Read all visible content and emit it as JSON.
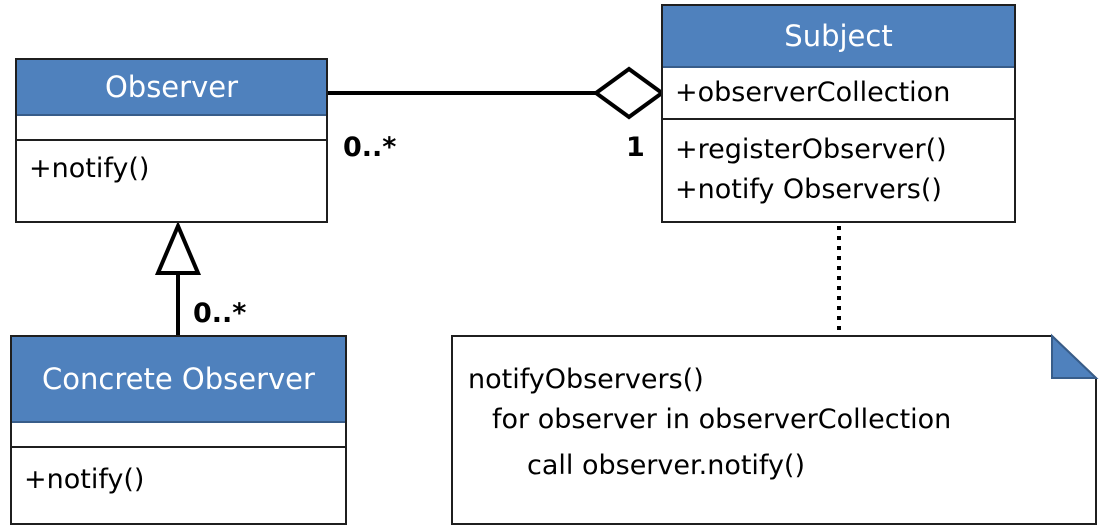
{
  "classes": {
    "observer": {
      "name": "Observer",
      "attributes": [],
      "methods": [
        "+notify()"
      ]
    },
    "concrete_observer": {
      "name": "Concrete Observer",
      "attributes": [],
      "methods": [
        "+notify()"
      ]
    },
    "subject": {
      "name": "Subject",
      "attributes": [
        "+observerCollection"
      ],
      "methods": [
        "+registerObserver()",
        "+notify Observers()"
      ]
    }
  },
  "relationships": {
    "aggregation": {
      "type": "aggregation",
      "observer_multiplicity": "0..*",
      "subject_multiplicity": "1"
    },
    "generalization": {
      "type": "generalization",
      "multiplicity": "0..*"
    },
    "note_link": {
      "type": "dotted"
    }
  },
  "note": {
    "lines": [
      "notifyObservers()",
      "for observer in observerCollection",
      "call observer.notify()"
    ]
  },
  "colors": {
    "class_header": "#4f81bd",
    "header_text": "#ffffff",
    "note_fold": "#4f81bd",
    "line": "#000000"
  }
}
